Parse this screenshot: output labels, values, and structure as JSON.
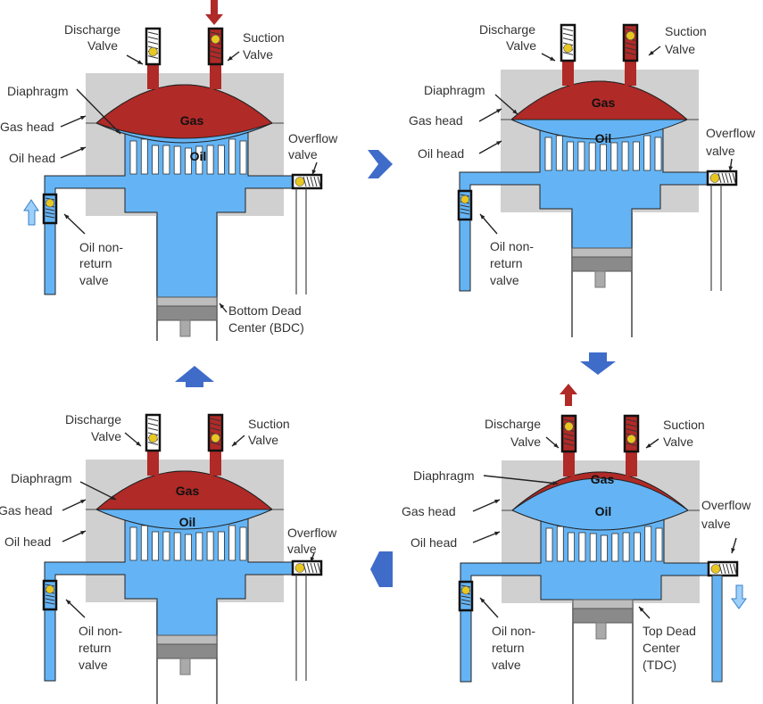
{
  "colors": {
    "gas": "#b02a27",
    "oil": "#64b4f5",
    "housing": "#d0d0d0",
    "flow_arrow": "#3f6cc9",
    "valve_ball": "#e8c720"
  },
  "panels": [
    {
      "id": "bdc",
      "state": "diaphragm-down",
      "labels": {
        "discharge": [
          "Discharge",
          "Valve"
        ],
        "suction": [
          "Suction",
          "Valve"
        ],
        "diaphragm": "Diaphragm",
        "gas_head": "Gas head",
        "oil_head": "Oil head",
        "overflow": [
          "Overflow",
          "valve"
        ],
        "nonreturn": [
          "Oil non-",
          "return",
          "valve"
        ],
        "dead_center": [
          "Bottom Dead",
          "Center (BDC)"
        ],
        "gas": "Gas",
        "oil": "Oil"
      }
    },
    {
      "id": "compress",
      "state": "diaphragm-middle",
      "labels": {
        "discharge": [
          "Discharge",
          "Valve"
        ],
        "suction": [
          "Suction",
          "Valve"
        ],
        "diaphragm": "Diaphragm",
        "gas_head": "Gas head",
        "oil_head": "Oil head",
        "overflow": [
          "Overflow",
          "valve"
        ],
        "nonreturn": [
          "Oil non-",
          "return",
          "valve"
        ],
        "gas": "Gas",
        "oil": "Oil"
      }
    },
    {
      "id": "suction",
      "state": "diaphragm-middle",
      "labels": {
        "discharge": [
          "Discharge",
          "Valve"
        ],
        "suction": [
          "Suction",
          "Valve"
        ],
        "diaphragm": "Diaphragm",
        "gas_head": "Gas head",
        "oil_head": "Oil head",
        "overflow": [
          "Overflow",
          "valve"
        ],
        "nonreturn": [
          "Oil non-",
          "return",
          "valve"
        ],
        "gas": "Gas",
        "oil": "Oil"
      }
    },
    {
      "id": "tdc",
      "state": "diaphragm-up",
      "labels": {
        "discharge": [
          "Discharge",
          "Valve"
        ],
        "suction": [
          "Suction",
          "Valve"
        ],
        "diaphragm": "Diaphragm",
        "gas_head": "Gas head",
        "oil_head": "Oil head",
        "overflow": [
          "Overflow",
          "valve"
        ],
        "nonreturn": [
          "Oil non-",
          "return",
          "valve"
        ],
        "dead_center": [
          "Top Dead",
          "Center",
          "(TDC)"
        ],
        "gas": "Gas",
        "oil": "Oil"
      }
    }
  ],
  "cycle_arrows": [
    "right",
    "down",
    "left",
    "up"
  ]
}
